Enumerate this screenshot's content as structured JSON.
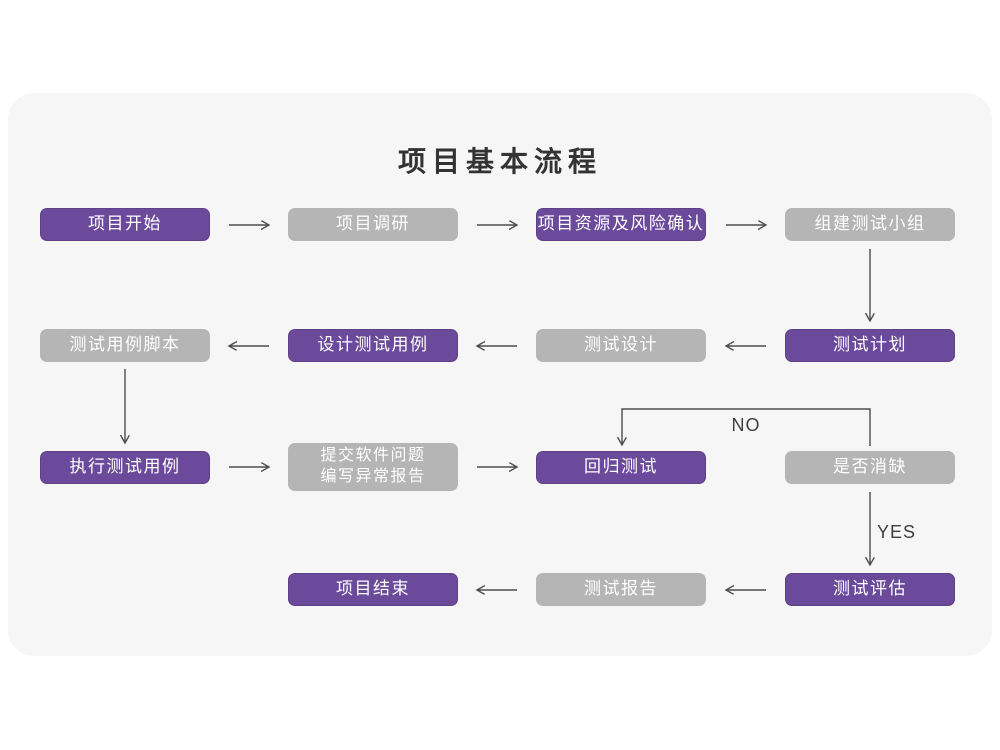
{
  "title": "项目基本流程",
  "colors": {
    "purple": "#6b4a9b",
    "gray": "#b5b5b5",
    "card_bg": "#f6f6f6",
    "arrow": "#4d4d4d"
  },
  "labels": {
    "no": "NO",
    "yes": "YES"
  },
  "nodes": [
    {
      "id": "project-start",
      "label": "项目开始",
      "variant": "purple"
    },
    {
      "id": "project-research",
      "label": "项目调研",
      "variant": "gray"
    },
    {
      "id": "project-resources-risk",
      "label": "项目资源及风险确认",
      "variant": "purple"
    },
    {
      "id": "build-test-team",
      "label": "组建测试小组",
      "variant": "gray"
    },
    {
      "id": "test-case-script",
      "label": "测试用例脚本",
      "variant": "gray"
    },
    {
      "id": "design-test-case",
      "label": "设计测试用例",
      "variant": "purple"
    },
    {
      "id": "test-design",
      "label": "测试设计",
      "variant": "gray"
    },
    {
      "id": "test-plan",
      "label": "测试计划",
      "variant": "purple"
    },
    {
      "id": "execute-test-case",
      "label": "执行测试用例",
      "variant": "purple"
    },
    {
      "id": "submit-issue-report",
      "label": "提交软件问题\n编写异常报告",
      "variant": "gray"
    },
    {
      "id": "regression-test",
      "label": "回归测试",
      "variant": "purple"
    },
    {
      "id": "defect-resolved",
      "label": "是否消缺",
      "variant": "gray"
    },
    {
      "id": "project-end",
      "label": "项目结束",
      "variant": "purple"
    },
    {
      "id": "test-report",
      "label": "测试报告",
      "variant": "gray"
    },
    {
      "id": "test-evaluation",
      "label": "测试评估",
      "variant": "purple"
    }
  ]
}
